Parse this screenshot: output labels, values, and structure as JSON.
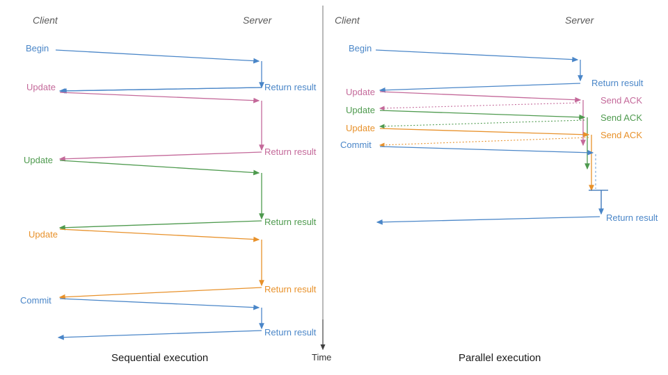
{
  "figure": {
    "type": "sequence-diagram",
    "title": "Sequential vs Parallel execution sequence diagram",
    "time_axis": {
      "label": "Time",
      "color": "#3f3f3f",
      "direction": "downward"
    },
    "divider": {
      "color": "#8a8a8a"
    },
    "colors": {
      "blue": "#4a86c8",
      "pink": "#c4699a",
      "green": "#4e9a4e",
      "orange": "#e8912a",
      "actor": "#595959",
      "caption": "#1a1a1a"
    }
  },
  "panels": [
    {
      "id": "sequential",
      "caption": "Sequential execution",
      "actors": {
        "client": "Client",
        "server": "Server"
      },
      "messages": [
        {
          "label": "Begin",
          "color": "blue",
          "dir": "request",
          "style": "solid"
        },
        {
          "label": "Return result",
          "color": "blue",
          "dir": "response",
          "style": "solid"
        },
        {
          "label": "Update",
          "color": "pink",
          "dir": "request",
          "style": "solid"
        },
        {
          "label": "Return result",
          "color": "pink",
          "dir": "response",
          "style": "solid"
        },
        {
          "label": "Update",
          "color": "green",
          "dir": "request",
          "style": "solid"
        },
        {
          "label": "Return result",
          "color": "green",
          "dir": "response",
          "style": "solid"
        },
        {
          "label": "Update",
          "color": "orange",
          "dir": "request",
          "style": "solid"
        },
        {
          "label": "Return result",
          "color": "orange",
          "dir": "response",
          "style": "solid"
        },
        {
          "label": "Commit",
          "color": "blue",
          "dir": "request",
          "style": "solid"
        },
        {
          "label": "Return result",
          "color": "blue",
          "dir": "response",
          "style": "solid"
        }
      ]
    },
    {
      "id": "parallel",
      "caption": "Parallel execution",
      "actors": {
        "client": "Client",
        "server": "Server"
      },
      "messages": [
        {
          "label": "Begin",
          "color": "blue",
          "dir": "request",
          "style": "solid"
        },
        {
          "label": "Return result",
          "color": "blue",
          "dir": "response",
          "style": "solid"
        },
        {
          "label": "Update",
          "color": "pink",
          "dir": "request",
          "style": "solid"
        },
        {
          "label": "Send ACK",
          "color": "pink",
          "dir": "response",
          "style": "dotted"
        },
        {
          "label": "Update",
          "color": "green",
          "dir": "request",
          "style": "solid"
        },
        {
          "label": "Send ACK",
          "color": "green",
          "dir": "response",
          "style": "dotted"
        },
        {
          "label": "Update",
          "color": "orange",
          "dir": "request",
          "style": "solid"
        },
        {
          "label": "Send ACK",
          "color": "orange",
          "dir": "response",
          "style": "dotted"
        },
        {
          "label": "Commit",
          "color": "blue",
          "dir": "request",
          "style": "solid"
        },
        {
          "label": "Return result",
          "color": "blue",
          "dir": "response",
          "style": "solid"
        }
      ]
    }
  ],
  "labels": {
    "left": {
      "client": "Client",
      "server": "Server",
      "begin": "Begin",
      "ret1": "Return result",
      "update1": "Update",
      "ret2": "Return result",
      "update2": "Update",
      "ret3": "Return result",
      "update3": "Update",
      "ret4": "Return result",
      "commit": "Commit",
      "ret5": "Return result",
      "caption": "Sequential execution"
    },
    "right": {
      "client": "Client",
      "server": "Server",
      "begin": "Begin",
      "ret1": "Return result",
      "update1": "Update",
      "ack1": "Send ACK",
      "update2": "Update",
      "ack2": "Send ACK",
      "update3": "Update",
      "ack3": "Send ACK",
      "commit": "Commit",
      "ret2": "Return result",
      "caption": "Parallel execution"
    },
    "time": "Time"
  },
  "chart_data": {
    "type": "sequence-diagram",
    "title": "Sequential execution vs Parallel execution",
    "panels": [
      "Sequential execution",
      "Parallel execution"
    ],
    "lanes": [
      "Client",
      "Server"
    ],
    "sequential_steps": [
      "Begin",
      "Return result",
      "Update",
      "Return result",
      "Update",
      "Return result",
      "Update",
      "Return result",
      "Commit",
      "Return result"
    ],
    "parallel_steps": [
      "Begin",
      "Return result",
      "Update",
      "Send ACK",
      "Update",
      "Send ACK",
      "Update",
      "Send ACK",
      "Commit",
      "Return result"
    ],
    "time_axis_label": "Time"
  }
}
